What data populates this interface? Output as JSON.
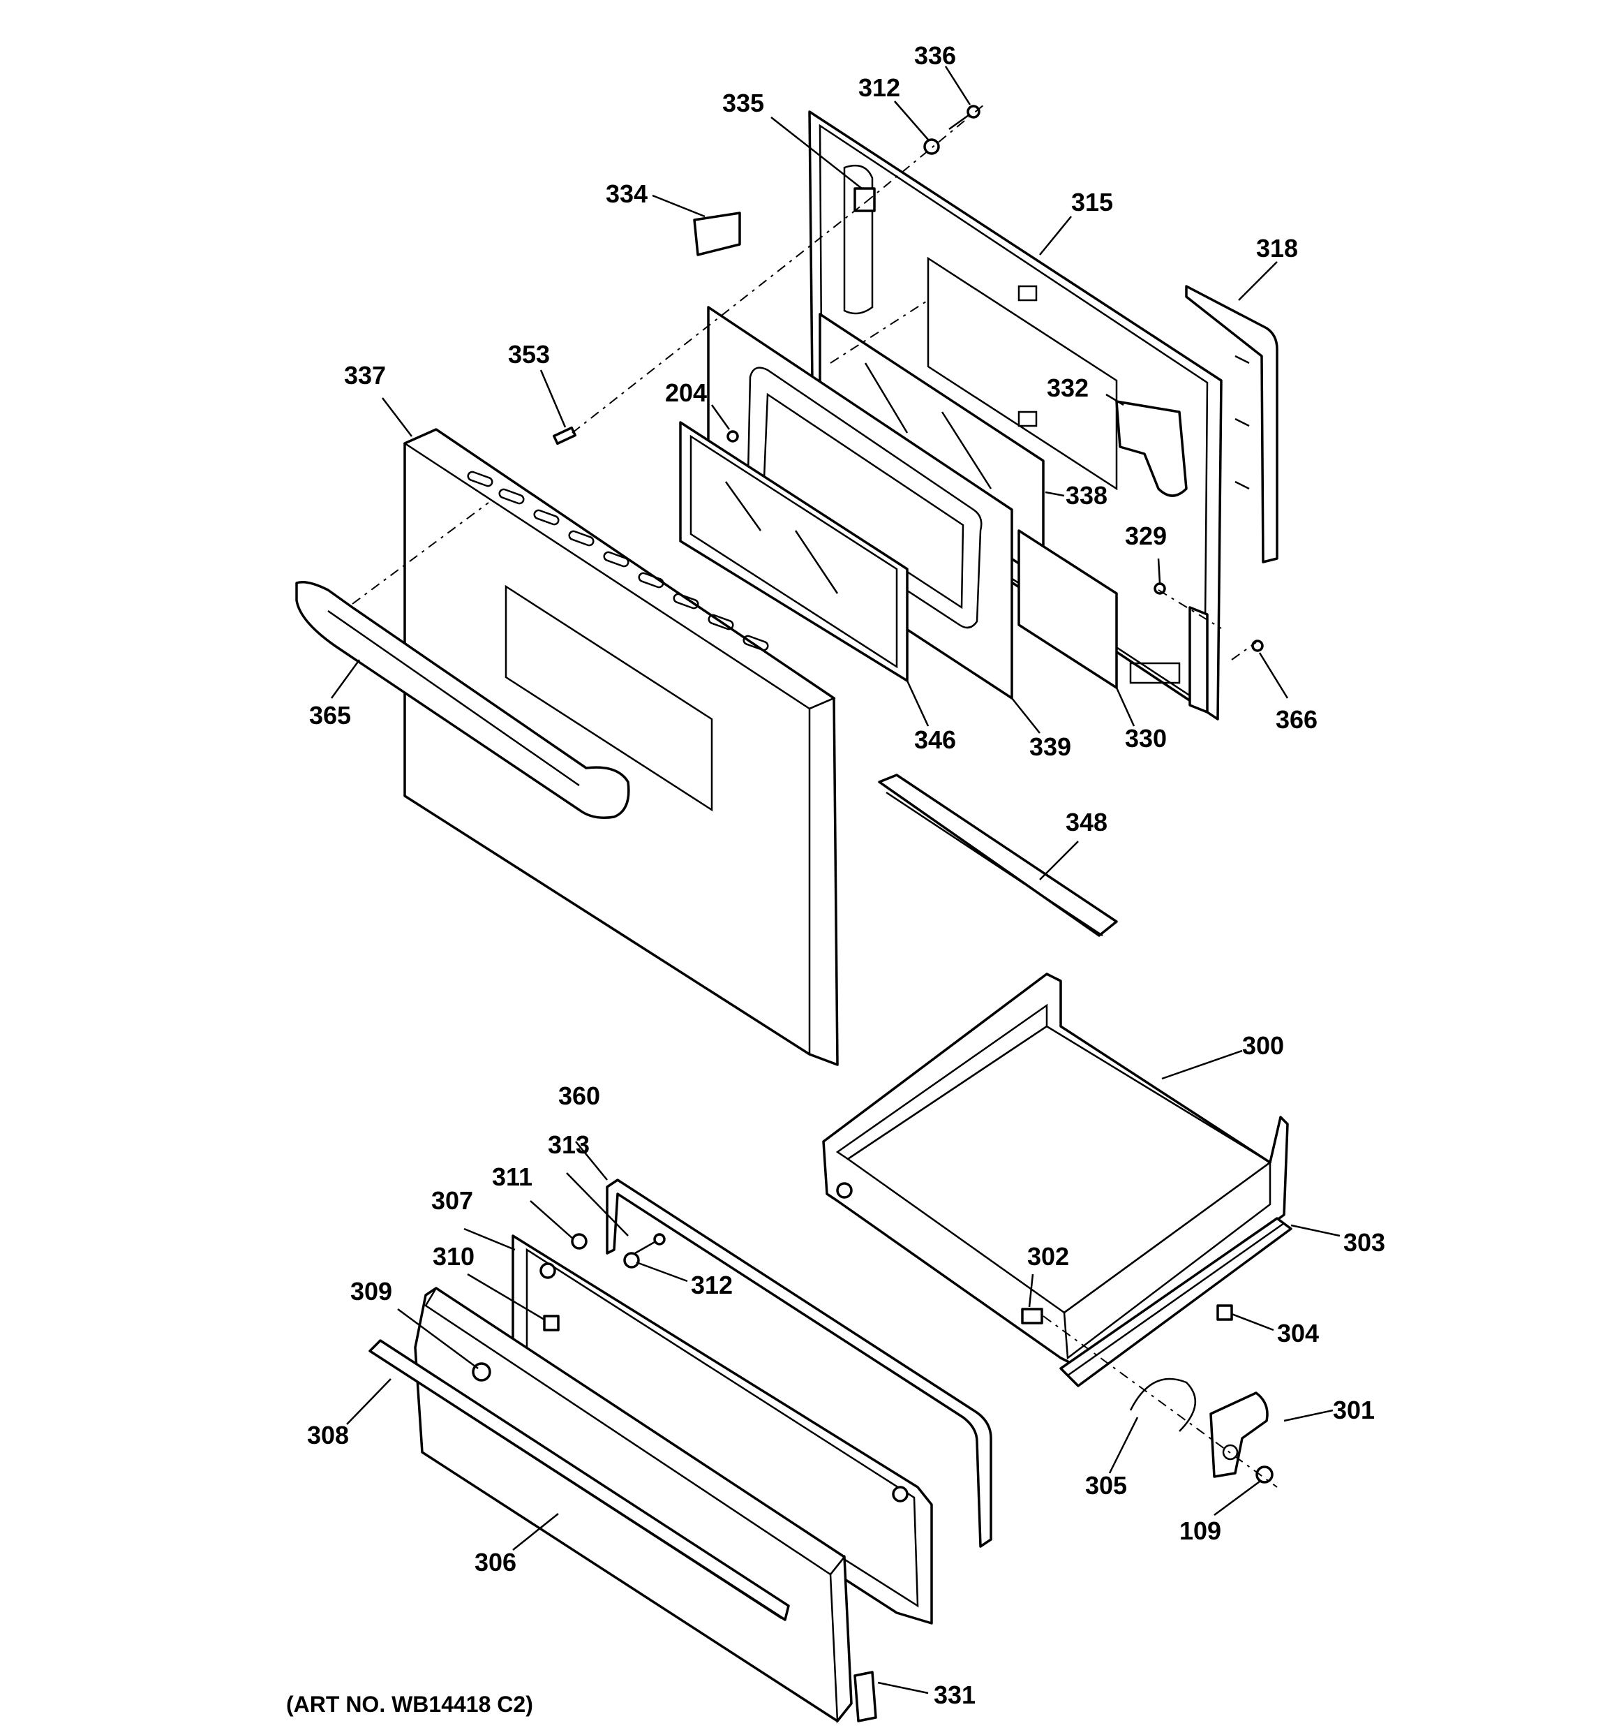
{
  "art_number": "(ART NO. WB14418 C2)",
  "callouts": [
    {
      "id": "c336",
      "label": "336"
    },
    {
      "id": "c312a",
      "label": "312"
    },
    {
      "id": "c335",
      "label": "335"
    },
    {
      "id": "c334",
      "label": "334"
    },
    {
      "id": "c315",
      "label": "315"
    },
    {
      "id": "c318",
      "label": "318"
    },
    {
      "id": "c353",
      "label": "353"
    },
    {
      "id": "c337",
      "label": "337"
    },
    {
      "id": "c204",
      "label": "204"
    },
    {
      "id": "c332",
      "label": "332"
    },
    {
      "id": "c338",
      "label": "338"
    },
    {
      "id": "c329",
      "label": "329"
    },
    {
      "id": "c365",
      "label": "365"
    },
    {
      "id": "c346",
      "label": "346"
    },
    {
      "id": "c339",
      "label": "339"
    },
    {
      "id": "c330",
      "label": "330"
    },
    {
      "id": "c366",
      "label": "366"
    },
    {
      "id": "c348",
      "label": "348"
    },
    {
      "id": "c300",
      "label": "300"
    },
    {
      "id": "c360",
      "label": "360"
    },
    {
      "id": "c313",
      "label": "313"
    },
    {
      "id": "c311",
      "label": "311"
    },
    {
      "id": "c307",
      "label": "307"
    },
    {
      "id": "c312b",
      "label": "312"
    },
    {
      "id": "c310",
      "label": "310"
    },
    {
      "id": "c309",
      "label": "309"
    },
    {
      "id": "c302",
      "label": "302"
    },
    {
      "id": "c303",
      "label": "303"
    },
    {
      "id": "c304",
      "label": "304"
    },
    {
      "id": "c308",
      "label": "308"
    },
    {
      "id": "c301",
      "label": "301"
    },
    {
      "id": "c305",
      "label": "305"
    },
    {
      "id": "c109",
      "label": "109"
    },
    {
      "id": "c306",
      "label": "306"
    },
    {
      "id": "c331",
      "label": "331"
    }
  ]
}
